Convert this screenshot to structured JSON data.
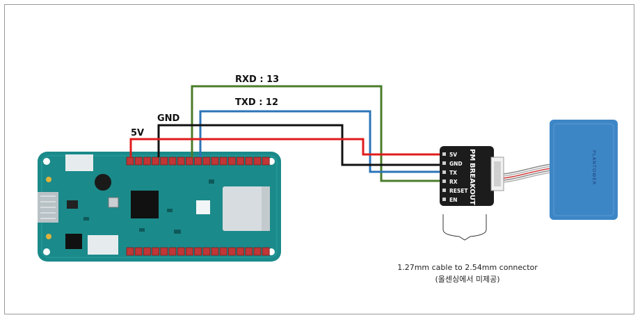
{
  "colors": {
    "rxd": "#4a7c2a",
    "txd": "#2b74b8",
    "gnd": "#111111",
    "v5": "#e01b1b",
    "board": "#1b8a8a",
    "header": "#c03636",
    "sensor": "#3d86c6"
  },
  "wires": {
    "rxd_label": "RXD : 13",
    "txd_label": "TXD : 12",
    "gnd_label": "GND",
    "v5_label": "5V"
  },
  "breakout": {
    "title_line1": "PM",
    "title_line2": "BREAKOUT",
    "pins": [
      "5V",
      "GND",
      "TX",
      "RX",
      "RESET",
      "EN"
    ]
  },
  "sensor": {
    "brand": "PLANTOWER"
  },
  "caption": {
    "line1": "1.27mm cable to 2.54mm connector",
    "line2": "(올센싱에서 미제공)"
  }
}
